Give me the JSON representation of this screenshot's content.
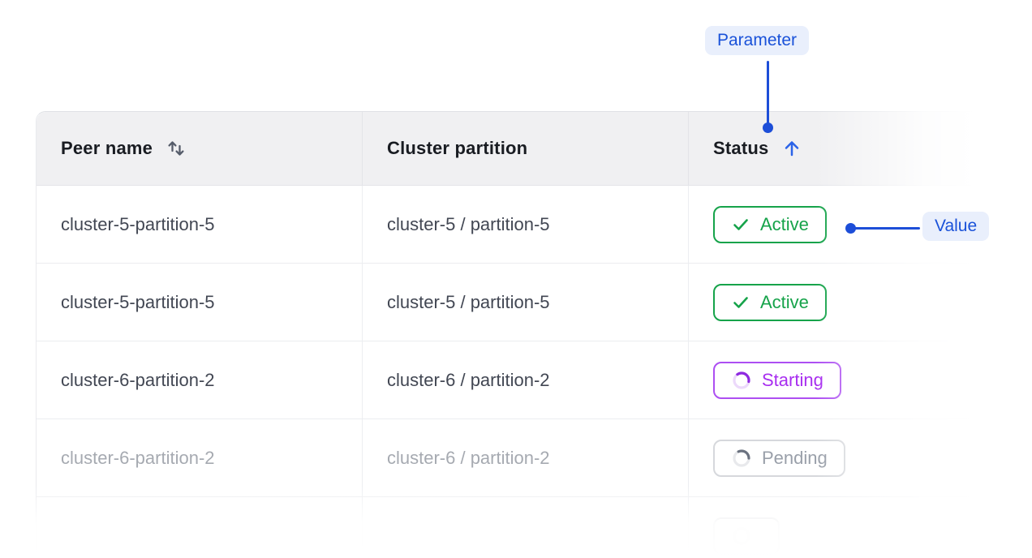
{
  "annotations": {
    "parameter_label": "Parameter",
    "value_label": "Value",
    "accent_color": "#1d4ed8",
    "pill_background": "#e9effc"
  },
  "table": {
    "columns": [
      {
        "label": "Peer name",
        "sort_icon": "sort-arrows-icon",
        "sort_state": "sortable"
      },
      {
        "label": "Cluster partition",
        "sort_icon": null,
        "sort_state": "none"
      },
      {
        "label": "Status",
        "sort_icon": "arrow-up-icon",
        "sort_state": "ascending"
      }
    ],
    "rows": [
      {
        "peer_name": "cluster-5-partition-5",
        "cluster_partition": "cluster-5 / partition-5",
        "status": "Active",
        "status_kind": "active",
        "status_icon": "check-icon",
        "faded": false
      },
      {
        "peer_name": "cluster-5-partition-5",
        "cluster_partition": "cluster-5 / partition-5",
        "status": "Active",
        "status_kind": "active",
        "status_icon": "check-icon",
        "faded": false
      },
      {
        "peer_name": "cluster-6-partition-2",
        "cluster_partition": "cluster-6 / partition-2",
        "status": "Starting",
        "status_kind": "starting",
        "status_icon": "spinner-icon",
        "faded": false
      },
      {
        "peer_name": "cluster-6-partition-2",
        "cluster_partition": "cluster-6 / partition-2",
        "status": "Pending",
        "status_kind": "pending",
        "status_icon": "spinner-icon",
        "faded": true
      },
      {
        "peer_name": "",
        "cluster_partition": "",
        "status": "",
        "status_kind": "pending",
        "status_icon": "spinner-icon",
        "faded": true
      }
    ],
    "status_colors": {
      "active": "#16a34a",
      "starting": "#a82ef0",
      "pending": "#999fa9"
    }
  }
}
